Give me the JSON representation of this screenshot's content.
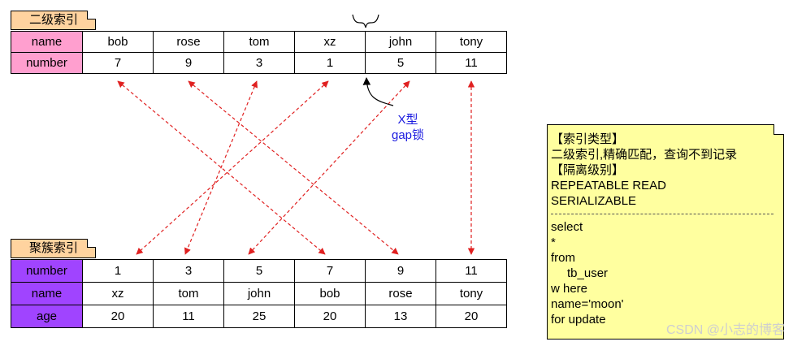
{
  "secondary_index": {
    "tab_label": "二级索引",
    "header_names": [
      "name",
      "number"
    ],
    "names": [
      "bob",
      "rose",
      "tom",
      "xz",
      "john",
      "tony"
    ],
    "numbers": [
      "7",
      "9",
      "3",
      "1",
      "5",
      "11"
    ]
  },
  "clustered_index": {
    "tab_label": "聚簇索引",
    "header_names": [
      "number",
      "name",
      "age"
    ],
    "numbers": [
      "1",
      "3",
      "5",
      "7",
      "9",
      "11"
    ],
    "names": [
      "xz",
      "tom",
      "john",
      "bob",
      "rose",
      "tony"
    ],
    "ages": [
      "20",
      "11",
      "25",
      "20",
      "13",
      "20"
    ]
  },
  "gap_lock_label": {
    "line1": "X型",
    "line2": "gap锁"
  },
  "note": {
    "lines": [
      "【索引类型】",
      "二级索引,精确匹配，查询不到记录",
      "【隔离级别】",
      "REPEATABLE READ",
      "SERIALIZABLE"
    ],
    "sql": [
      "select",
      "*",
      "from",
      "tb_user",
      "w here",
      "name='moon'",
      "for update"
    ]
  },
  "watermark": "CSDN @小志的博客",
  "colors": {
    "pink_header": "#ff9fcf",
    "purple_header": "#a044ff",
    "tab": "#ffd39f",
    "note": "#ffff9f",
    "arrow": "#e02020",
    "gap_label": "#1a1adf"
  }
}
